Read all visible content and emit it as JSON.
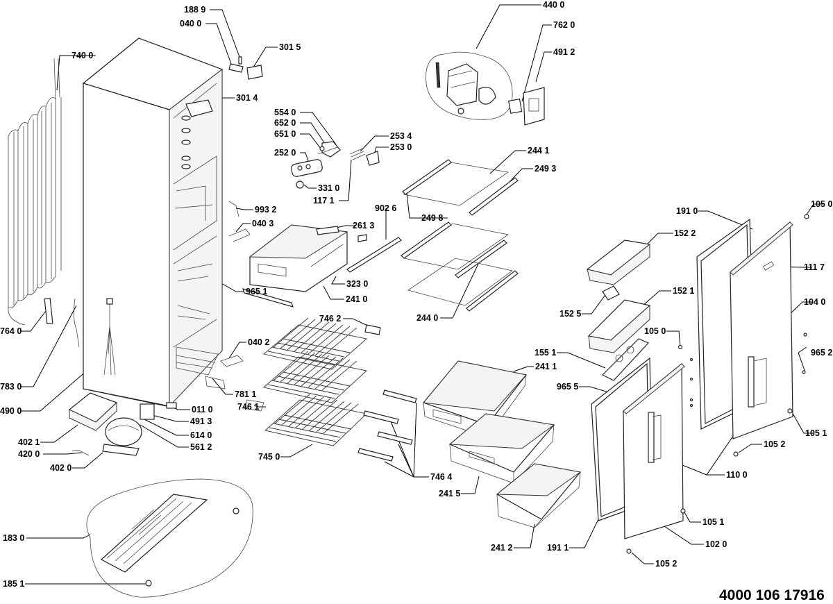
{
  "document_number": "4000 106 17916",
  "labels": [
    {
      "id": "l1889",
      "text": "188 9"
    },
    {
      "id": "l0400",
      "text": "040 0"
    },
    {
      "id": "l3015",
      "text": "301 5"
    },
    {
      "id": "l7400",
      "text": "740 0"
    },
    {
      "id": "l3014",
      "text": "301 4"
    },
    {
      "id": "l5540",
      "text": "554 0"
    },
    {
      "id": "l6520",
      "text": "652 0"
    },
    {
      "id": "l6510",
      "text": "651 0"
    },
    {
      "id": "l2520",
      "text": "252 0"
    },
    {
      "id": "l3310",
      "text": "331 0"
    },
    {
      "id": "l1171",
      "text": "117 1"
    },
    {
      "id": "l2534",
      "text": "253 4"
    },
    {
      "id": "l2530",
      "text": "253 0"
    },
    {
      "id": "l4400",
      "text": "440 0"
    },
    {
      "id": "l7620",
      "text": "762 0"
    },
    {
      "id": "l4912",
      "text": "491 2"
    },
    {
      "id": "l2441",
      "text": "244 1"
    },
    {
      "id": "l2493",
      "text": "249 3"
    },
    {
      "id": "l2498",
      "text": "249 8"
    },
    {
      "id": "l9932",
      "text": "993 2"
    },
    {
      "id": "l0403",
      "text": "040 3"
    },
    {
      "id": "l2613",
      "text": "261 3"
    },
    {
      "id": "l9026",
      "text": "902 6"
    },
    {
      "id": "l3230",
      "text": "323 0"
    },
    {
      "id": "l2410",
      "text": "241 0"
    },
    {
      "id": "l9651",
      "text": "965 1"
    },
    {
      "id": "l2440",
      "text": "244 0"
    },
    {
      "id": "l7462",
      "text": "746 2"
    },
    {
      "id": "l0402",
      "text": "040 2"
    },
    {
      "id": "l7811",
      "text": "781 1"
    },
    {
      "id": "l7461",
      "text": "746 1"
    },
    {
      "id": "l7640",
      "text": "764 0"
    },
    {
      "id": "l7830",
      "text": "783 0"
    },
    {
      "id": "l4900",
      "text": "490 0"
    },
    {
      "id": "l0110",
      "text": "011 0"
    },
    {
      "id": "l4913",
      "text": "491 3"
    },
    {
      "id": "l6140",
      "text": "614 0"
    },
    {
      "id": "l5612",
      "text": "561 2"
    },
    {
      "id": "l4021",
      "text": "402 1"
    },
    {
      "id": "l4200",
      "text": "420 0"
    },
    {
      "id": "l4020",
      "text": "402 0"
    },
    {
      "id": "l7450",
      "text": "745 0"
    },
    {
      "id": "l7464",
      "text": "746 4"
    },
    {
      "id": "l2411",
      "text": "241 1"
    },
    {
      "id": "l2415",
      "text": "241 5"
    },
    {
      "id": "l2412",
      "text": "241 2"
    },
    {
      "id": "l1522",
      "text": "152 2"
    },
    {
      "id": "l1521",
      "text": "152 1"
    },
    {
      "id": "l1525",
      "text": "152 5"
    },
    {
      "id": "l1551",
      "text": "155 1"
    },
    {
      "id": "l9655",
      "text": "965 5"
    },
    {
      "id": "l1910",
      "text": "191 0"
    },
    {
      "id": "l1050a",
      "text": "105 0"
    },
    {
      "id": "l1117",
      "text": "111 7"
    },
    {
      "id": "l1040",
      "text": "104 0"
    },
    {
      "id": "l1050b",
      "text": "105 0"
    },
    {
      "id": "l9652",
      "text": "965 2"
    },
    {
      "id": "l1051a",
      "text": "105 1"
    },
    {
      "id": "l1052a",
      "text": "105 2"
    },
    {
      "id": "l1100",
      "text": "110 0"
    },
    {
      "id": "l1051b",
      "text": "105 1"
    },
    {
      "id": "l1020",
      "text": "102 0"
    },
    {
      "id": "l1911",
      "text": "191 1"
    },
    {
      "id": "l1052b",
      "text": "105 2"
    },
    {
      "id": "l1830",
      "text": "183 0"
    },
    {
      "id": "l1851",
      "text": "185 1"
    }
  ]
}
